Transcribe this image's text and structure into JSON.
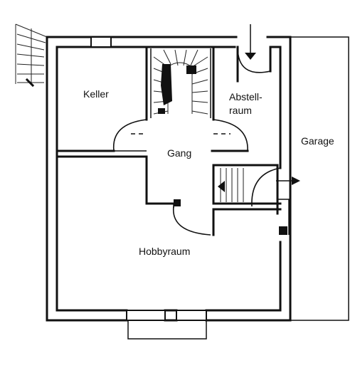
{
  "rooms": {
    "keller": "Keller",
    "abstell_1": "Abstell-",
    "abstell_2": "raum",
    "garage": "Garage",
    "gang": "Gang",
    "hobbyraum": "Hobbyraum"
  },
  "colors": {
    "line": "#111111",
    "background": "#ffffff"
  }
}
